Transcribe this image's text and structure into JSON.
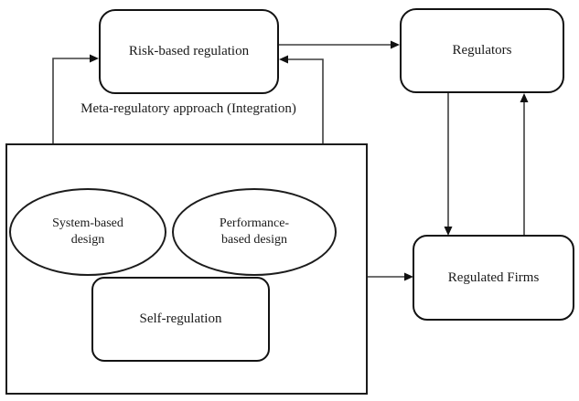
{
  "diagram": {
    "boxes": {
      "risk_based_regulation": "Risk-based regulation",
      "regulators": "Regulators",
      "regulated_firms": "Regulated Firms",
      "self_regulation": "Self-regulation"
    },
    "ellipses": {
      "system_based_design": "System-based design",
      "performance_based_design": "Performance-based design"
    },
    "labels": {
      "meta_regulatory": "Meta-regulatory approach (Integration)"
    },
    "arrows": [
      "meta-container-to-risk-based-left",
      "meta-container-to-risk-based-right",
      "risk-based-to-regulators",
      "regulators-to-regulated-firms",
      "regulated-firms-to-regulators",
      "meta-container-to-regulated-firms"
    ],
    "colors": {
      "border": "#121212",
      "line": "#3f3f3f",
      "arrowhead": "#111111",
      "background": "#ffffff",
      "text": "#1a1a1a"
    }
  }
}
